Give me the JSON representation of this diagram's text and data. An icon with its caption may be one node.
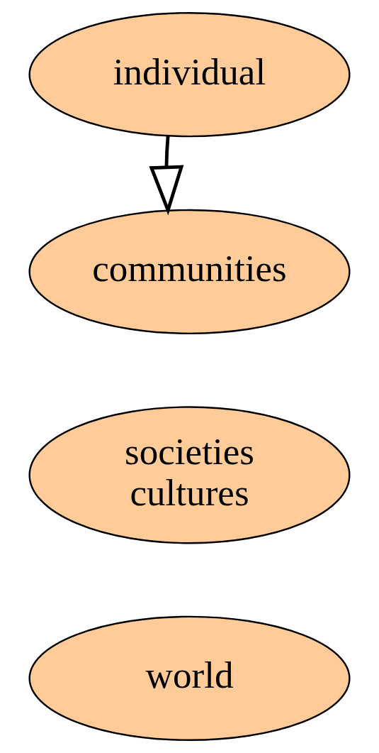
{
  "diagram": {
    "nodes": [
      {
        "text": [
          "individual"
        ]
      },
      {
        "text": [
          "communities"
        ]
      },
      {
        "text": [
          "societies cultures"
        ]
      },
      {
        "text": [
          "world"
        ]
      }
    ],
    "edges": [
      {
        "from": 0,
        "to": 1,
        "arrow": "to"
      }
    ]
  }
}
